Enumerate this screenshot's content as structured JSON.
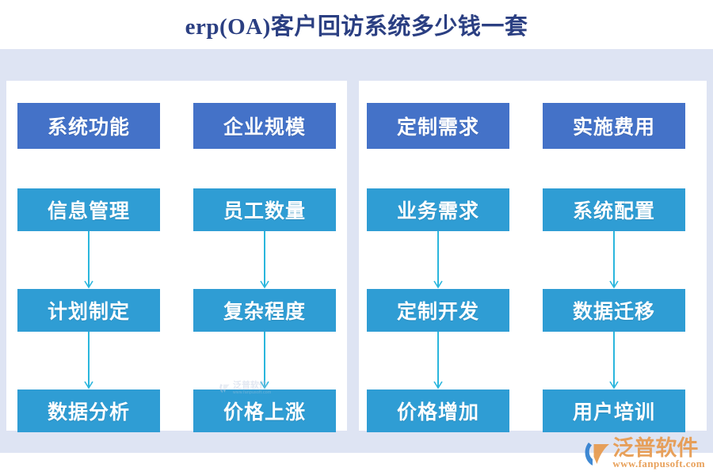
{
  "page": {
    "title": "erp(OA)客户回访系统多少钱一套",
    "title_color": "#2b3f82",
    "background_color": "#ffffff",
    "canvas_color": "#dee4f3",
    "panel_color": "#ffffff"
  },
  "theme": {
    "header_box_color": "#4472c8",
    "step_box_color": "#2f9dd4",
    "connector_color": "#2ab6dd",
    "box_text_color": "#ffffff"
  },
  "chart_data": {
    "type": "diagram",
    "title": "erp(OA)客户回访系统多少钱一套",
    "layout": "four parallel top-down flow columns grouped into two white panels",
    "columns": [
      {
        "header": "系统功能",
        "steps": [
          "信息管理",
          "计划制定",
          "数据分析"
        ]
      },
      {
        "header": "企业规模",
        "steps": [
          "员工数量",
          "复杂程度",
          "价格上涨"
        ]
      },
      {
        "header": "定制需求",
        "steps": [
          "业务需求",
          "定制开发",
          "价格增加"
        ]
      },
      {
        "header": "实施费用",
        "steps": [
          "系统配置",
          "数据迁移",
          "用户培训"
        ]
      }
    ]
  },
  "columns": [
    {
      "header": "系统功能",
      "step1": "信息管理",
      "step2": "计划制定",
      "step3": "数据分析"
    },
    {
      "header": "企业规模",
      "step1": "员工数量",
      "step2": "复杂程度",
      "step3": "价格上涨"
    },
    {
      "header": "定制需求",
      "step1": "业务需求",
      "step2": "定制开发",
      "step3": "价格增加"
    },
    {
      "header": "实施费用",
      "step1": "系统配置",
      "step2": "数据迁移",
      "step3": "用户培训"
    }
  ],
  "watermark": {
    "name": "泛普软件",
    "url": "www.fanpusoft.com"
  },
  "logo": {
    "name": "泛普软件",
    "url": "www.fanpusoft.com",
    "mark_blue": "#2f7fd0",
    "mark_orange": "#e79a4e"
  }
}
